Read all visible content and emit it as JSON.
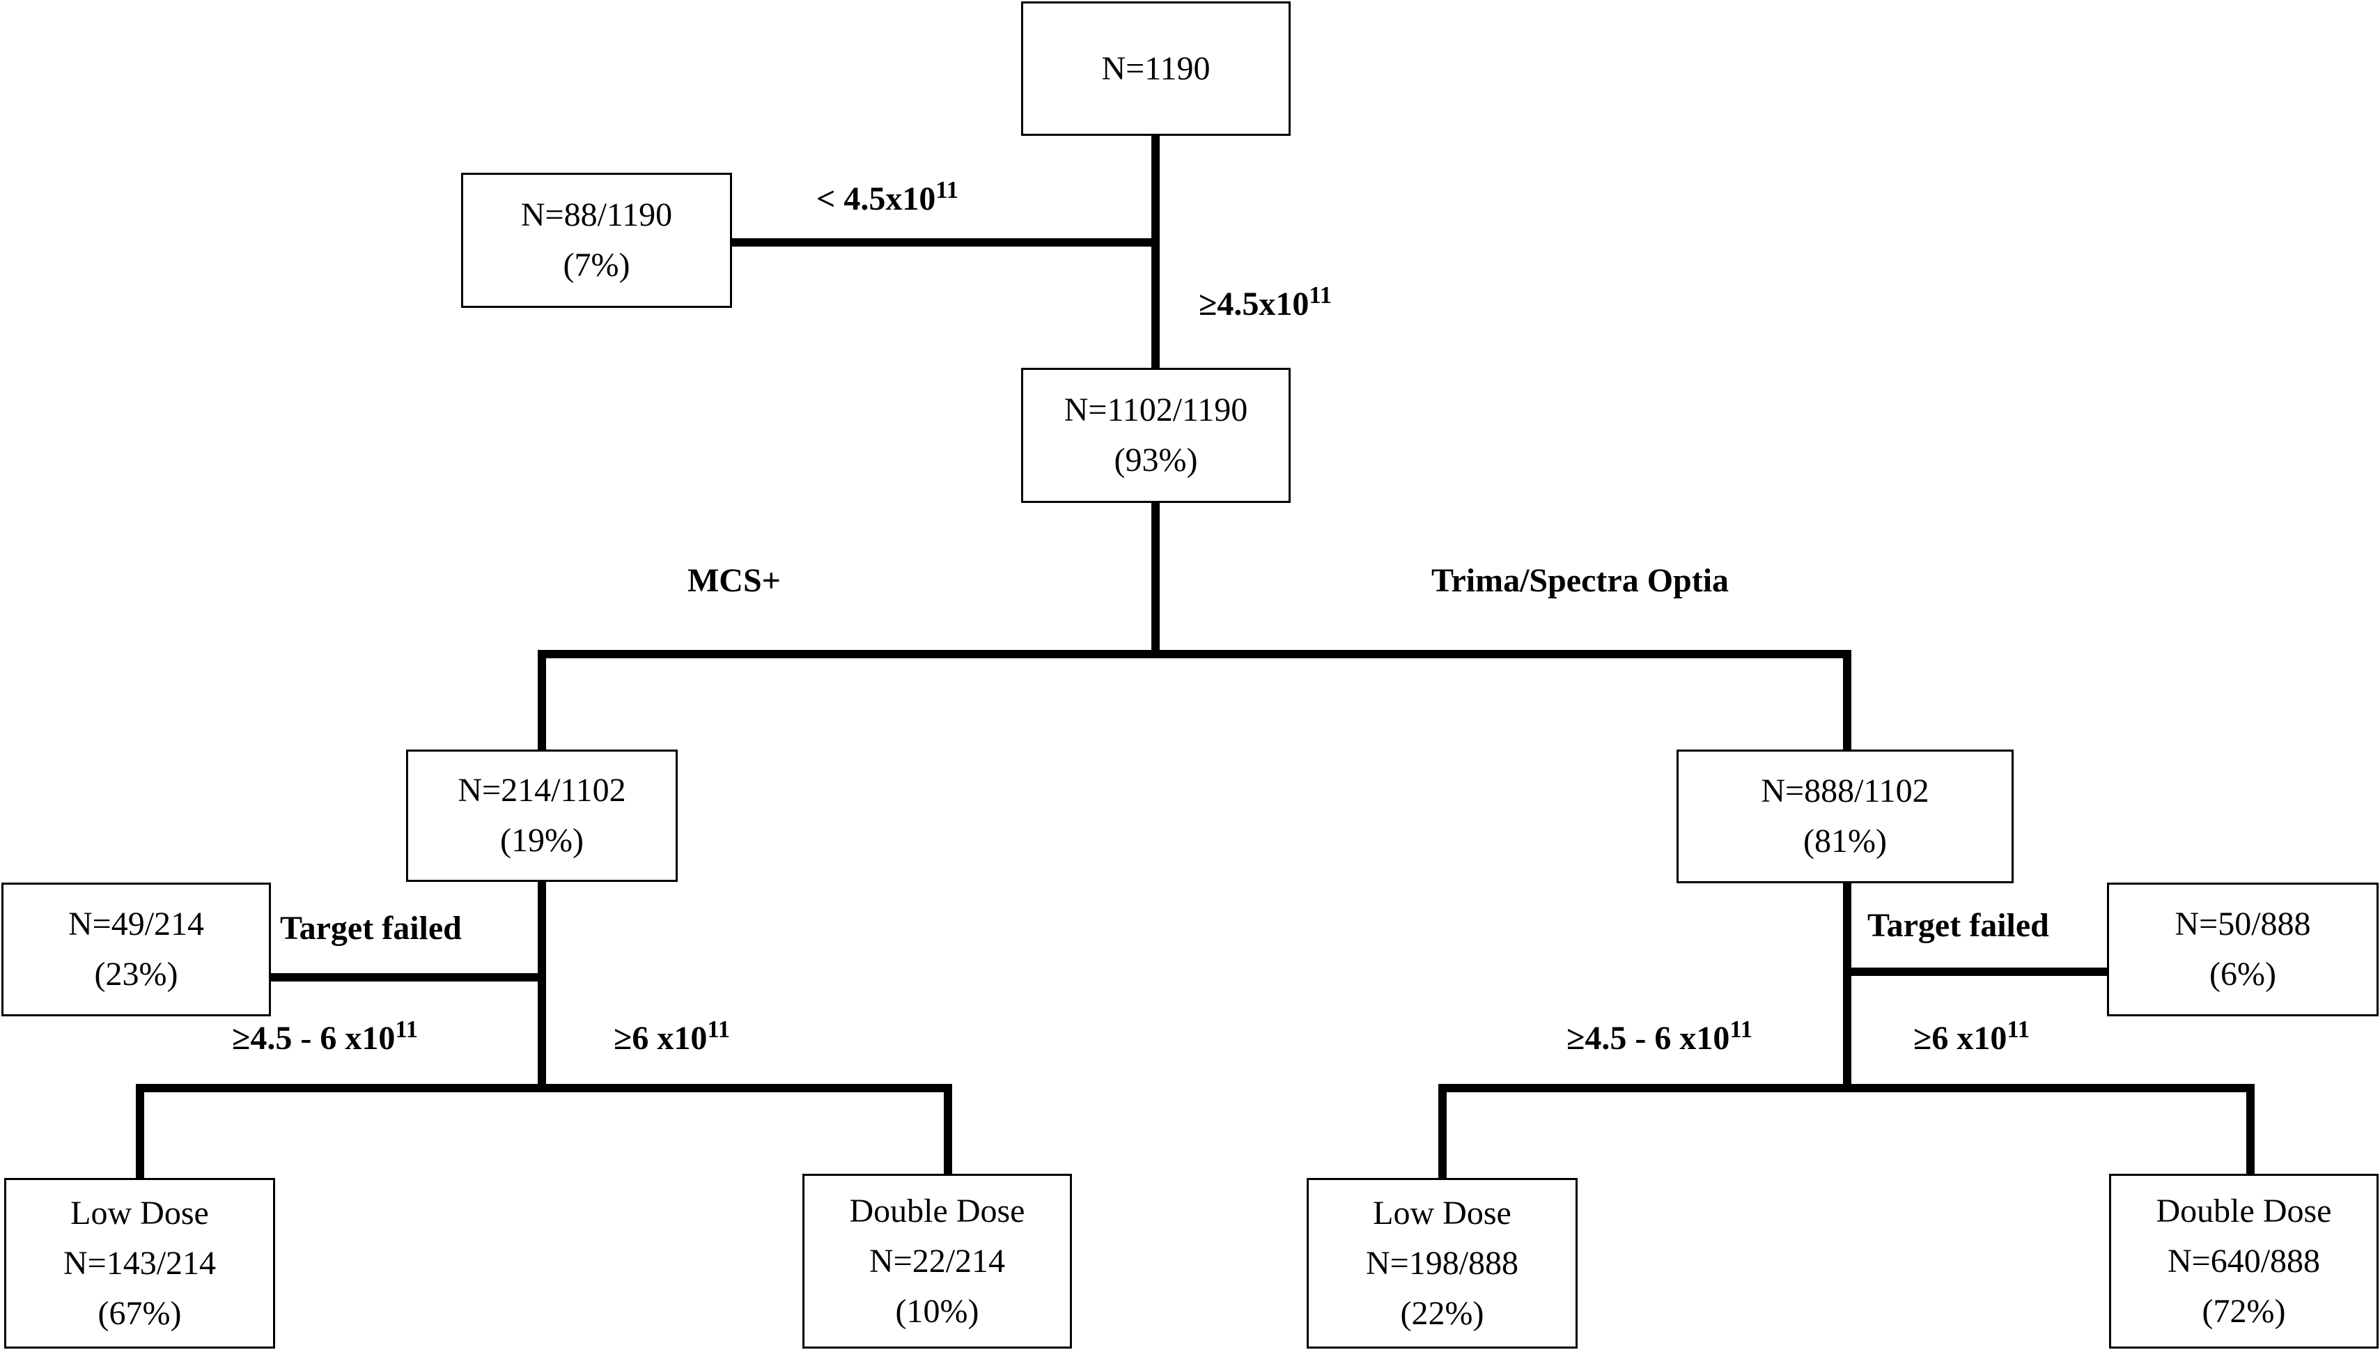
{
  "colors": {
    "line": "#000000",
    "box_border": "#000000",
    "background": "#ffffff"
  },
  "nodes": {
    "root": {
      "line1": "N=1190"
    },
    "excluded": {
      "line1": "N=88/1190",
      "line2": "(7%)"
    },
    "eligible": {
      "line1": "N=1102/1190",
      "line2": "(93%)"
    },
    "mcs": {
      "line1": "N=214/1102",
      "line2": "(19%)"
    },
    "trima": {
      "line1": "N=888/1102",
      "line2": "(81%)"
    },
    "mcs_failed": {
      "line1": "N=49/214",
      "line2": "(23%)"
    },
    "trima_failed": {
      "line1": "N=50/888",
      "line2": "(6%)"
    },
    "mcs_low": {
      "line1": "Low Dose",
      "line2": "N=143/214",
      "line3": "(67%)"
    },
    "mcs_double": {
      "line1": "Double Dose",
      "line2": "N=22/214",
      "line3": "(10%)"
    },
    "trima_low": {
      "line1": "Low Dose",
      "line2": "N=198/888",
      "line3": "(22%)"
    },
    "trima_double": {
      "line1": "Double Dose",
      "line2": "N=640/888",
      "line3": "(72%)"
    }
  },
  "labels": {
    "below_threshold": {
      "text": "< 4.5x10",
      "sup": "11"
    },
    "above_threshold": {
      "text": "≥4.5x10",
      "sup": "11"
    },
    "mcs": "MCS+",
    "trima": "Trima/Spectra Optia",
    "mcs_target_failed": "Target failed",
    "trima_target_failed": "Target failed",
    "mcs_range": {
      "text": "≥4.5 - 6 x10",
      "sup": "11"
    },
    "mcs_high": {
      "text": "≥6 x10",
      "sup": "11"
    },
    "trima_range": {
      "text": "≥4.5 - 6 x10",
      "sup": "11"
    },
    "trima_high": {
      "text": "≥6 x10",
      "sup": "11"
    }
  }
}
